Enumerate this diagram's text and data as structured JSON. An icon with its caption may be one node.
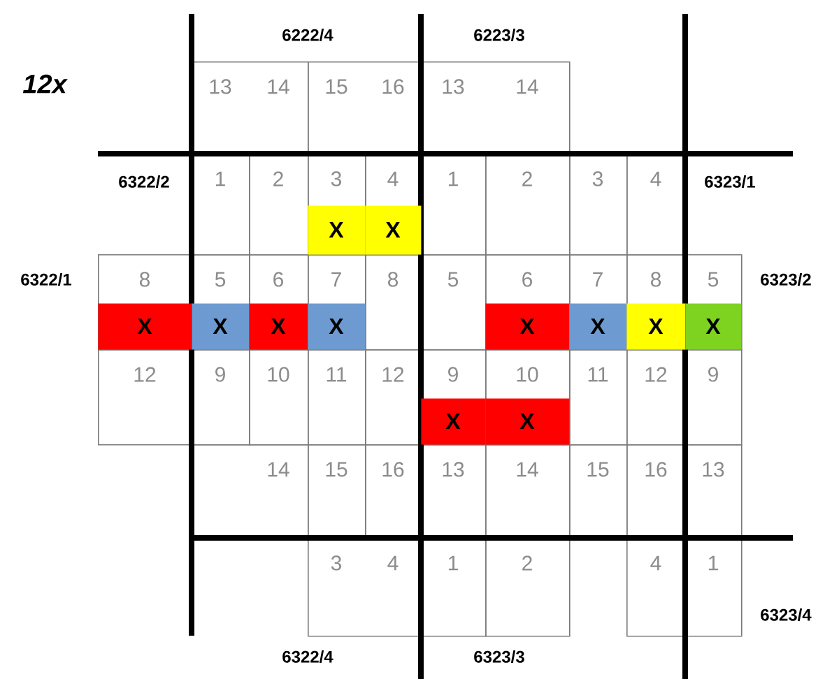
{
  "diagram": {
    "nodes": [
      {
        "text": [
          "13",
          "14"
        ]
      },
      {
        "text": [
          "15",
          "16"
        ]
      },
      {
        "text": [
          "13",
          "14"
        ]
      },
      {
        "text": [
          "1"
        ]
      },
      {
        "text": [
          "2"
        ]
      },
      {
        "text": [
          "3"
        ]
      },
      {
        "text": [
          "X"
        ],
        "in": 5
      },
      {
        "text": [
          "4"
        ]
      },
      {
        "text": [
          "X"
        ],
        "in": 7
      },
      {
        "text": [
          "1"
        ]
      },
      {
        "text": [
          "2"
        ]
      },
      {
        "text": [
          "3"
        ]
      },
      {
        "text": [
          "4"
        ]
      },
      {
        "text": [
          "8"
        ]
      },
      {
        "text": [
          "X"
        ],
        "in": 13
      },
      {
        "text": [
          "5"
        ]
      },
      {
        "text": [
          "X"
        ],
        "in": 15
      },
      {
        "text": [
          "6"
        ]
      },
      {
        "text": [
          "X"
        ],
        "in": 17
      },
      {
        "text": [
          "7"
        ]
      },
      {
        "text": [
          "X"
        ],
        "in": 19
      },
      {
        "text": [
          "8"
        ]
      },
      {
        "text": [
          "5"
        ]
      },
      {
        "text": [
          "6"
        ]
      },
      {
        "text": [
          "X"
        ],
        "in": 23
      },
      {
        "text": [
          "7"
        ]
      },
      {
        "text": [
          "X"
        ],
        "in": 25
      },
      {
        "text": [
          "8"
        ]
      },
      {
        "text": [
          "X"
        ],
        "in": 27
      },
      {
        "text": [
          "5"
        ]
      },
      {
        "text": [
          "X"
        ],
        "in": 29
      },
      {
        "text": [
          "12"
        ]
      },
      {
        "text": [
          "9"
        ]
      },
      {
        "text": [
          "10"
        ]
      },
      {
        "text": [
          "11"
        ]
      },
      {
        "text": [
          "12"
        ]
      },
      {
        "text": [
          "9"
        ]
      },
      {
        "text": [
          "X"
        ],
        "in": 36
      },
      {
        "text": [
          "10"
        ]
      },
      {
        "text": [
          "X"
        ],
        "in": 38
      },
      {
        "text": [
          "11"
        ]
      },
      {
        "text": [
          "12"
        ]
      },
      {
        "text": [
          "9"
        ]
      },
      {
        "text": [
          "14"
        ]
      },
      {
        "text": [
          "15"
        ]
      },
      {
        "text": [
          "16"
        ]
      },
      {
        "text": [
          "13"
        ]
      },
      {
        "text": [
          "14"
        ]
      },
      {
        "text": [
          "15"
        ]
      },
      {
        "text": [
          "16"
        ]
      },
      {
        "text": [
          "13"
        ]
      },
      {
        "text": [
          "3",
          "4"
        ]
      },
      {
        "text": [
          "1"
        ]
      },
      {
        "text": [
          "2"
        ]
      },
      {
        "text": [
          "4"
        ]
      },
      {
        "text": [
          "1"
        ]
      }
    ],
    "labels": [
      "6222/4",
      "6223/3",
      "12x",
      "6322/2",
      "6323/1",
      "6322/1",
      "6323/2",
      "6323/4",
      "6322/4",
      "6323/3"
    ]
  }
}
